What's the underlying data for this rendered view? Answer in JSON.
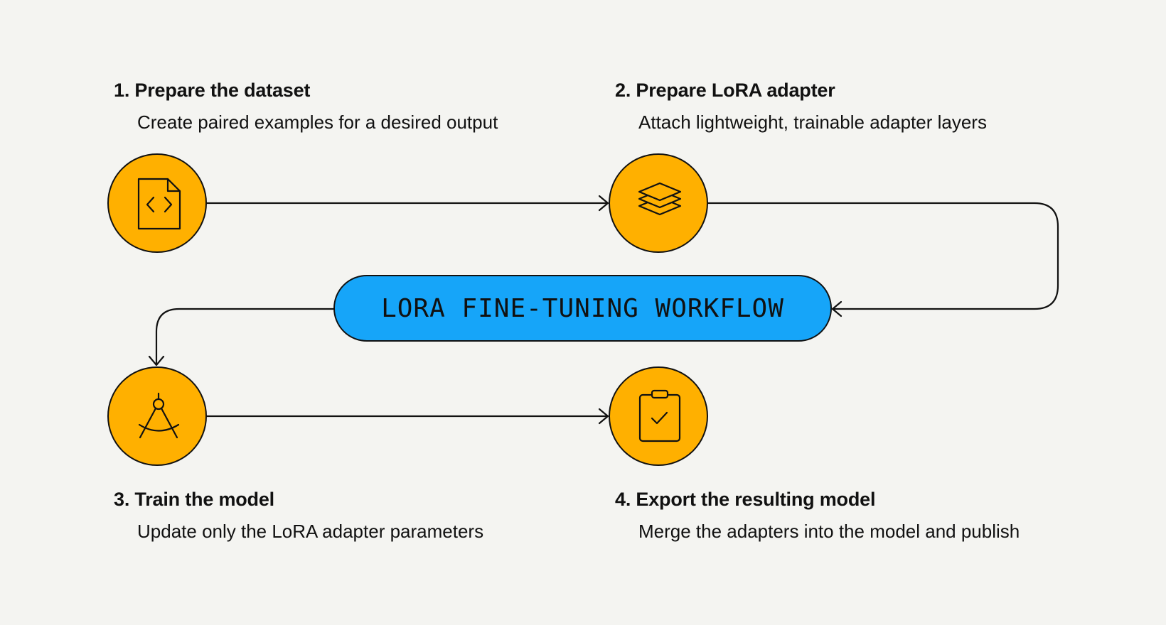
{
  "diagram": {
    "center_label": "LORA FINE-TUNING WORKFLOW",
    "colors": {
      "background": "#f4f4f1",
      "node_fill": "#ffb000",
      "pill_fill": "#16a5f9",
      "stroke": "#111111"
    },
    "steps": [
      {
        "title": "1. Prepare the dataset",
        "description": "Create paired examples for a desired output",
        "icon": "code-file-icon"
      },
      {
        "title": "2. Prepare LoRA adapter",
        "description": "Attach lightweight, trainable adapter layers",
        "icon": "layers-icon"
      },
      {
        "title": "3. Train the model",
        "description": "Update only the LoRA adapter parameters",
        "icon": "compass-icon"
      },
      {
        "title": "4. Export the resulting model",
        "description": "Merge the adapters into the model and publish",
        "icon": "clipboard-check-icon"
      }
    ]
  }
}
